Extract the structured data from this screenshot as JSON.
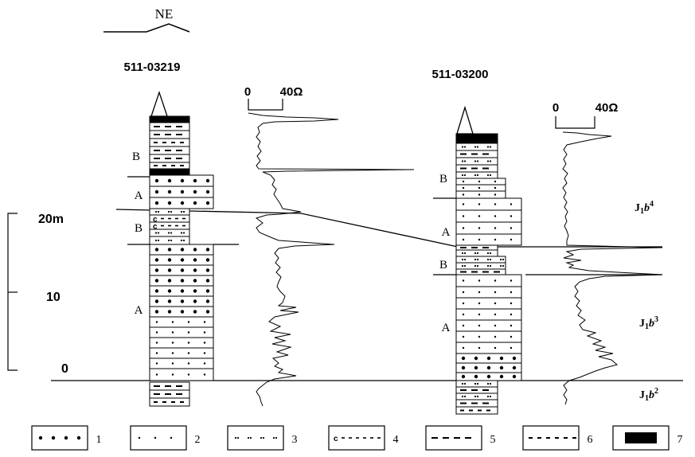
{
  "compass": {
    "label": "NE"
  },
  "wells": [
    {
      "id": "511-03219",
      "log_scale": {
        "min_label": "0",
        "max_label": "40Ω"
      },
      "units": [
        {
          "code": "B",
          "lithology": "mudstone-silty"
        },
        {
          "code": "A",
          "lithology": "fine-sandstone"
        },
        {
          "code": "B",
          "lithology": "mudstone-silty"
        },
        {
          "code": "A",
          "lithology": "coarse-to-fine-sandstone"
        }
      ]
    },
    {
      "id": "511-03200",
      "log_scale": {
        "min_label": "0",
        "max_label": "40Ω"
      },
      "units": [
        {
          "code": "B",
          "lithology": "mudstone-silty"
        },
        {
          "code": "A",
          "lithology": "fine-sandstone"
        },
        {
          "code": "B",
          "lithology": "silty-mudstone"
        },
        {
          "code": "A",
          "lithology": "fine-to-coarse-sandstone"
        }
      ]
    }
  ],
  "depth_scale": {
    "labels": [
      "20m",
      "10",
      "0"
    ]
  },
  "formations": [
    {
      "base": "J",
      "sub": "1",
      "ital": "b",
      "sup": "4"
    },
    {
      "base": "J",
      "sub": "1",
      "ital": "b",
      "sup": "3"
    },
    {
      "base": "J",
      "sub": "1",
      "ital": "b",
      "sup": "2"
    }
  ],
  "legend": [
    {
      "num": "1",
      "pattern": "coarse-dots"
    },
    {
      "num": "2",
      "pattern": "fine-dots"
    },
    {
      "num": "3",
      "pattern": "double-dots"
    },
    {
      "num": "4",
      "pattern": "c-dash"
    },
    {
      "num": "5",
      "pattern": "long-dash"
    },
    {
      "num": "6",
      "pattern": "short-dash"
    },
    {
      "num": "7",
      "pattern": "solid-black"
    }
  ]
}
